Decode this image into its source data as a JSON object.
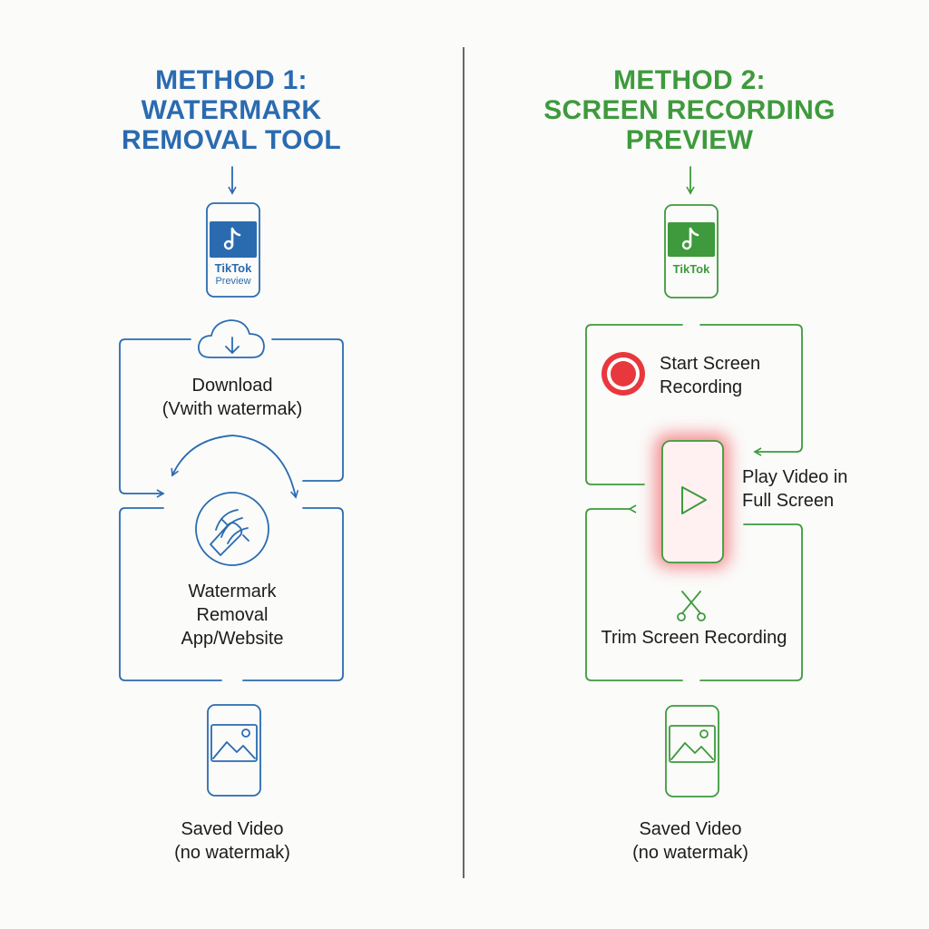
{
  "method1": {
    "title_line1": "METHOD 1:",
    "title_line2": "WATERMARK",
    "title_line3": "REMOVAL TOOL",
    "phone_app": "TikTok",
    "phone_sub": "Preview",
    "download_line1": "Download",
    "download_line2": "(Vwith watermak)",
    "removal_line1": "Watermark",
    "removal_line2": "Removal",
    "removal_line3": "App/Website",
    "saved_line1": "Saved Video",
    "saved_line2": "(no watermak)"
  },
  "method2": {
    "title_line1": "METHOD 2:",
    "title_line2": "SCREEN RECORDING",
    "title_line3": "PREVIEW",
    "phone_app": "TikTok",
    "record_line1": "Start Screen",
    "record_line2": "Recording",
    "play_line1": "Play Video in",
    "play_line2": "Full Screen",
    "trim_label": "Trim Screen Recording",
    "saved_line1": "Saved Video",
    "saved_line2": "(no watermak)"
  },
  "colors": {
    "blue": "#2a6bb0",
    "green": "#3e9a3c",
    "record_red": "#e8383d",
    "divider": "#444444"
  }
}
